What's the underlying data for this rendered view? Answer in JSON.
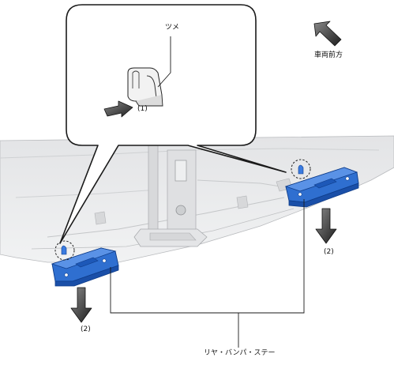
{
  "labels": {
    "claw": "ツメ",
    "step1": "(1)",
    "forward": "車両前方",
    "step2_left": "(2)",
    "step2_right": "(2)",
    "part_name": "リヤ・バンパ・ステー"
  },
  "colors": {
    "part_blue": "#2f6fd0",
    "part_blue_dark": "#1a4fa8",
    "body_gray": "#e6e7e8",
    "body_shade": "#c9cbcd",
    "arrow_dark": "#2b2b2b"
  },
  "icons": {
    "forward_arrow": "arrow-up-left-icon",
    "removal_arrow": "arrow-down-icon",
    "push_arrow": "arrow-right-icon"
  }
}
